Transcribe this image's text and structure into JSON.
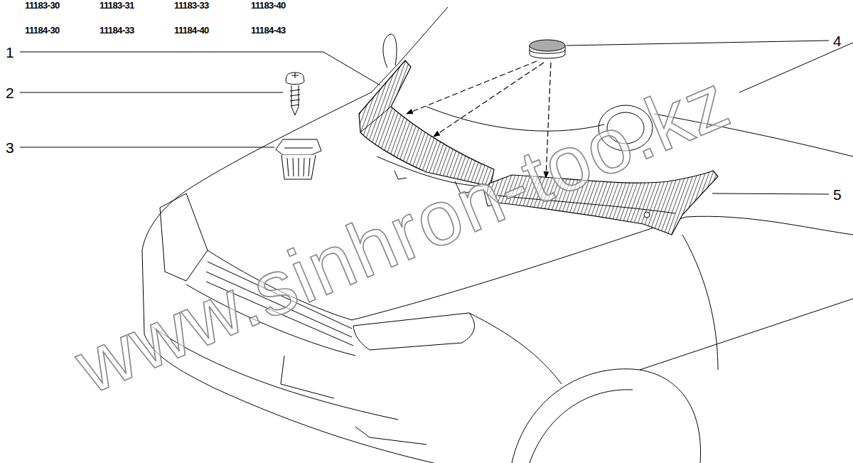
{
  "diagram": {
    "labels": [
      "11183-30",
      "11183-31",
      "11183-33",
      "11183-40",
      "11184-30",
      "11184-33",
      "11184-40",
      "11184-43",
      "1",
      "2",
      "3",
      "4",
      "5",
      "www.sinhron-too.kz"
    ]
  }
}
